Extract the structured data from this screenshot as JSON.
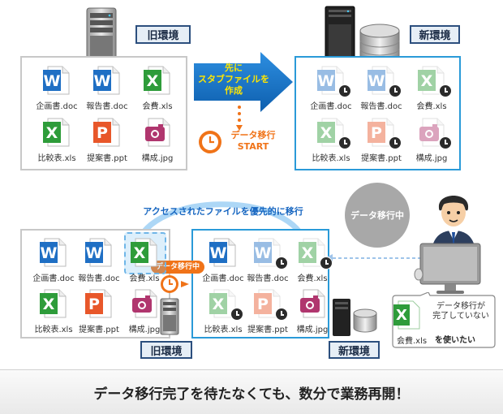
{
  "top": {
    "old_label": "旧環境",
    "new_label": "新環境",
    "arrow_text": [
      "先に",
      "スタブファイルを",
      "作成"
    ],
    "start_text": [
      "データ移行",
      "START"
    ]
  },
  "bottom": {
    "old_label": "旧環境",
    "new_label": "新環境",
    "curve_label": "アクセスされたファイルを優先的に移行",
    "migrating_badge": "データ移行中",
    "migrating_circle": "データ移行中",
    "bubble_text": [
      "データ移行が",
      "完了していない"
    ],
    "bubble_file": "会費.xls",
    "bubble_want": "を使いたい"
  },
  "files": [
    {
      "name": "企画書.doc",
      "type": "word"
    },
    {
      "name": "報告書.doc",
      "type": "word"
    },
    {
      "name": "会費.xls",
      "type": "excel"
    },
    {
      "name": "比較表.xls",
      "type": "excel"
    },
    {
      "name": "提案書.ppt",
      "type": "ppt"
    },
    {
      "name": "構成.jpg",
      "type": "jpg"
    }
  ],
  "footer": "データ移行完了を待たなくても、数分で業務再開！",
  "colors": {
    "accent_blue": "#2a9ad8",
    "arrow_blue": "#1976c8",
    "arrow_text_yellow": "#ffe600",
    "start_orange": "#f07318",
    "word_blue": "#1f6fc4",
    "excel_green": "#2e9c3a",
    "ppt_orange": "#e8572a",
    "jpg_pink": "#b0366e"
  }
}
